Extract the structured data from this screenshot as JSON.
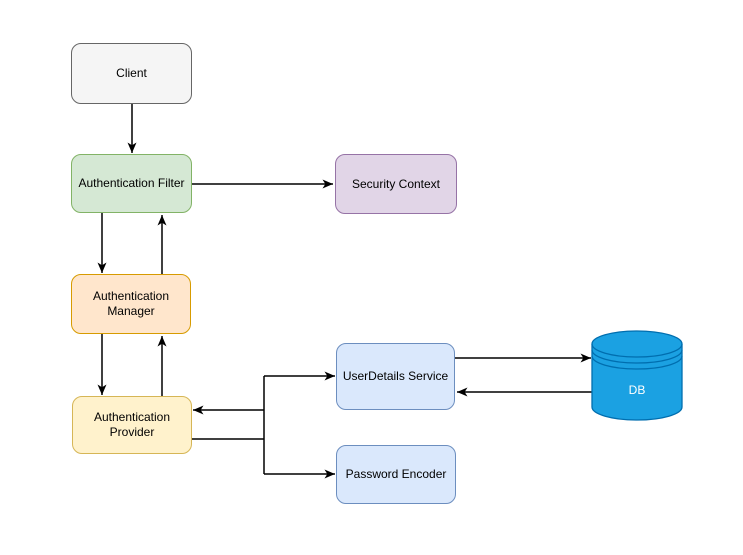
{
  "page": {
    "background": "#ffffff"
  },
  "diagram": {
    "type": "flowchart",
    "edge_color": "#000000",
    "nodes": {
      "client": {
        "label": "Client",
        "fill": "#f5f5f5",
        "stroke": "#666666",
        "text_color": "#000000"
      },
      "auth_filter": {
        "label": "Authentication Filter",
        "fill": "#d5e8d4",
        "stroke": "#82b366",
        "text_color": "#000000"
      },
      "security_context": {
        "label": "Security Context",
        "fill": "#e1d5e7",
        "stroke": "#9673a6",
        "text_color": "#000000"
      },
      "auth_manager": {
        "label": "Authentication Manager",
        "fill": "#ffe6cc",
        "stroke": "#d79b00",
        "text_color": "#000000"
      },
      "auth_provider": {
        "label": "Authentication Provider",
        "fill": "#fff2cc",
        "stroke": "#d6b656",
        "text_color": "#000000"
      },
      "userdetails_service": {
        "label": "UserDetails Service",
        "fill": "#dae8fc",
        "stroke": "#6c8ebf",
        "text_color": "#000000"
      },
      "password_encoder": {
        "label": "Password Encoder",
        "fill": "#dae8fc",
        "stroke": "#6c8ebf",
        "text_color": "#000000"
      },
      "db": {
        "label": "DB",
        "shape": "cylinder",
        "fill": "#1ba1e2",
        "stroke": "#006eaf",
        "text_color": "#ffffff"
      }
    },
    "edges": [
      {
        "from": "Client",
        "to": "Authentication Filter"
      },
      {
        "from": "Authentication Filter",
        "to": "Security Context"
      },
      {
        "from": "Authentication Filter",
        "to": "Authentication Manager"
      },
      {
        "from": "Authentication Manager",
        "to": "Authentication Filter"
      },
      {
        "from": "Authentication Manager",
        "to": "Authentication Provider"
      },
      {
        "from": "Authentication Provider",
        "to": "Authentication Manager"
      },
      {
        "from": "Authentication Provider",
        "to": "UserDetails Service"
      },
      {
        "from": "UserDetails Service",
        "to": "Authentication Provider"
      },
      {
        "from": "Authentication Provider",
        "to": "Password Encoder"
      },
      {
        "from": "UserDetails Service",
        "to": "DB"
      },
      {
        "from": "DB",
        "to": "UserDetails Service"
      }
    ]
  }
}
